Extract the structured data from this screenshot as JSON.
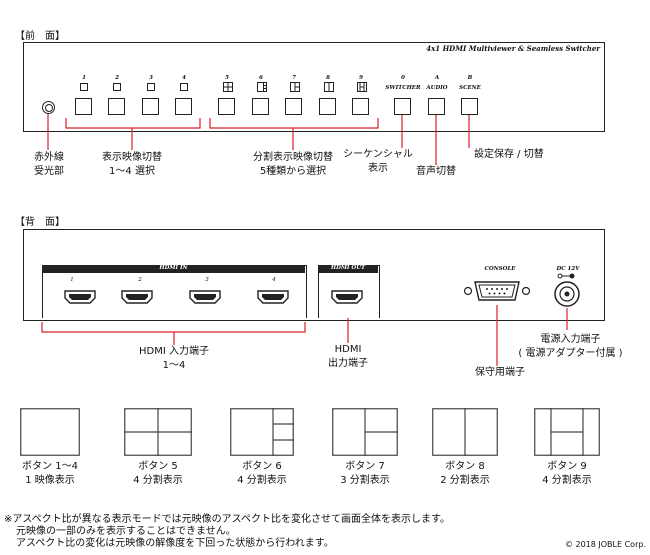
{
  "front": {
    "section_title": "【前　面】",
    "panel_title": "4x1 HDMI Multiviewer & Seamless Switcher",
    "buttons": [
      {
        "label": "1"
      },
      {
        "label": "2"
      },
      {
        "label": "3"
      },
      {
        "label": "4"
      },
      {
        "label": "5"
      },
      {
        "label": "6"
      },
      {
        "label": "7"
      },
      {
        "label": "8"
      },
      {
        "label": "9"
      },
      {
        "label": "0"
      },
      {
        "label": "A"
      },
      {
        "label": "B"
      }
    ],
    "sub_labels": [
      "SWITCHER",
      "AUDIO",
      "SCENE"
    ],
    "annotations": {
      "ir_sensor": "赤外線\n受光部",
      "single_select": "表示映像切替\n1～4 選択",
      "split_select": "分割表示映像切替\n5種類から選択",
      "seamless": "シーケンシャル\n表示",
      "audio": "音声切替",
      "scene": "設定保存 / 切替"
    }
  },
  "back": {
    "section_title": "【背　面】",
    "hdmi_in_title": "HDMI IN",
    "hdmi_in_ports": [
      "1",
      "2",
      "3",
      "4"
    ],
    "hdmi_out_title": "HDMI OUT",
    "console_title": "CONSOLE",
    "dc_title": "DC 12V",
    "annotations": {
      "hdmi_in": "HDMI 入力端子\n1～4",
      "hdmi_out": "HDMI\n出力端子",
      "maintenance": "保守用端子",
      "power": "電源入力端子\n( 電源アダプター付属 )"
    }
  },
  "layouts": [
    {
      "caption": "ボタン 1～4\n1 映像表示"
    },
    {
      "caption": "ボタン 5\n4 分割表示"
    },
    {
      "caption": "ボタン 6\n4 分割表示"
    },
    {
      "caption": "ボタン 7\n3 分割表示"
    },
    {
      "caption": "ボタン 8\n2 分割表示"
    },
    {
      "caption": "ボタン 9\n4 分割表示"
    }
  ],
  "notes": [
    "※アスペクト比が異なる表示モードでは元映像のアスペクト比を変化させて画面全体を表示します。",
    "元映像の一部のみを表示することはできません。",
    "アスペクト比の変化は元映像の解像度を下回った状態から行われます。"
  ],
  "copyright": "© 2018 JOBLE Corp."
}
